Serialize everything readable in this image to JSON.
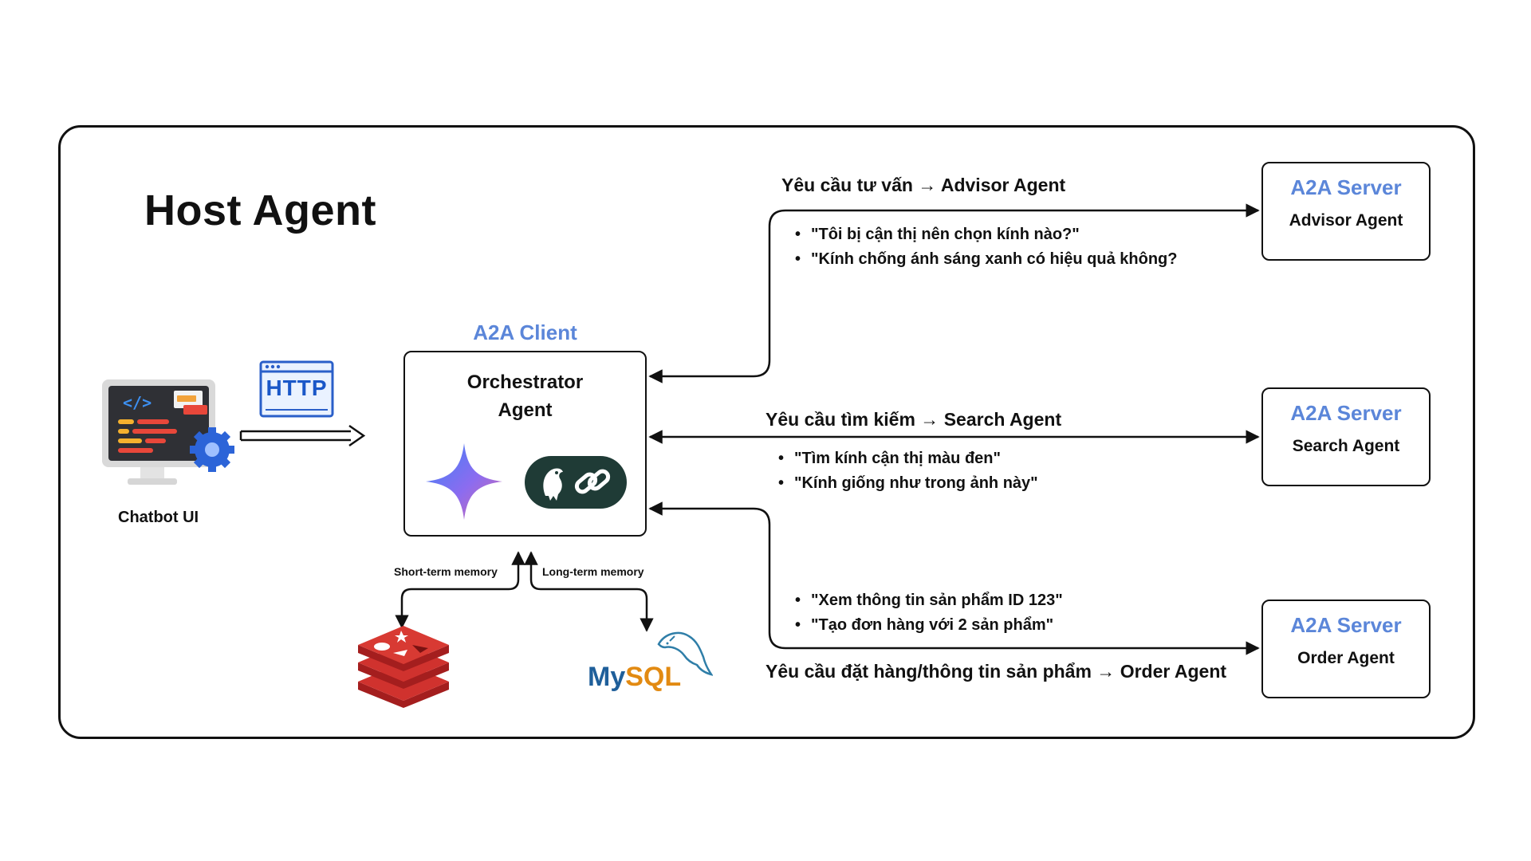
{
  "diagram": {
    "host_title": "Host Agent",
    "client": {
      "label": "A2A Client",
      "title_line1": "Orchestrator",
      "title_line2": "Agent"
    },
    "chatbot_label": "Chatbot UI",
    "http_label": "HTTP",
    "memory": {
      "short_term": "Short-term memory",
      "long_term": "Long-term memory"
    },
    "mysql_label": {
      "my": "My",
      "sql": "SQL"
    },
    "servers": [
      {
        "head": "A2A Server",
        "name": "Advisor Agent"
      },
      {
        "head": "A2A Server",
        "name": "Search Agent"
      },
      {
        "head": "A2A Server",
        "name": "Order Agent"
      }
    ],
    "routes": [
      {
        "label": "Yêu cầu tư vấn → Advisor Agent",
        "examples": [
          "\"Tôi bị cận thị nên chọn kính nào?\"",
          "\"Kính chống ánh sáng xanh có hiệu quả không?"
        ]
      },
      {
        "label": "Yêu cầu tìm kiếm → Search Agent",
        "examples": [
          "\"Tìm kính cận thị màu đen\"",
          "\"Kính giống như trong ảnh này\""
        ]
      },
      {
        "label": "Yêu cầu đặt hàng/thông tin sản phẩm → Order Agent",
        "examples": [
          "\"Xem thông tin sản phẩm ID 123\"",
          "\"Tạo đơn hàng với 2 sản phẩm\""
        ]
      }
    ],
    "icons": [
      "code-monitor-icon",
      "gear-icon",
      "http-browser-icon",
      "gemini-sparkle-icon",
      "parrot-link-icon",
      "redis-icon",
      "mysql-dolphin-icon"
    ],
    "colors": {
      "accent_blue": "#5b86d9",
      "redis_red": "#c52b2b",
      "mysql_blue": "#1f5f9a",
      "mysql_orange": "#e28a12",
      "pill_dark": "#1f3b36"
    }
  }
}
